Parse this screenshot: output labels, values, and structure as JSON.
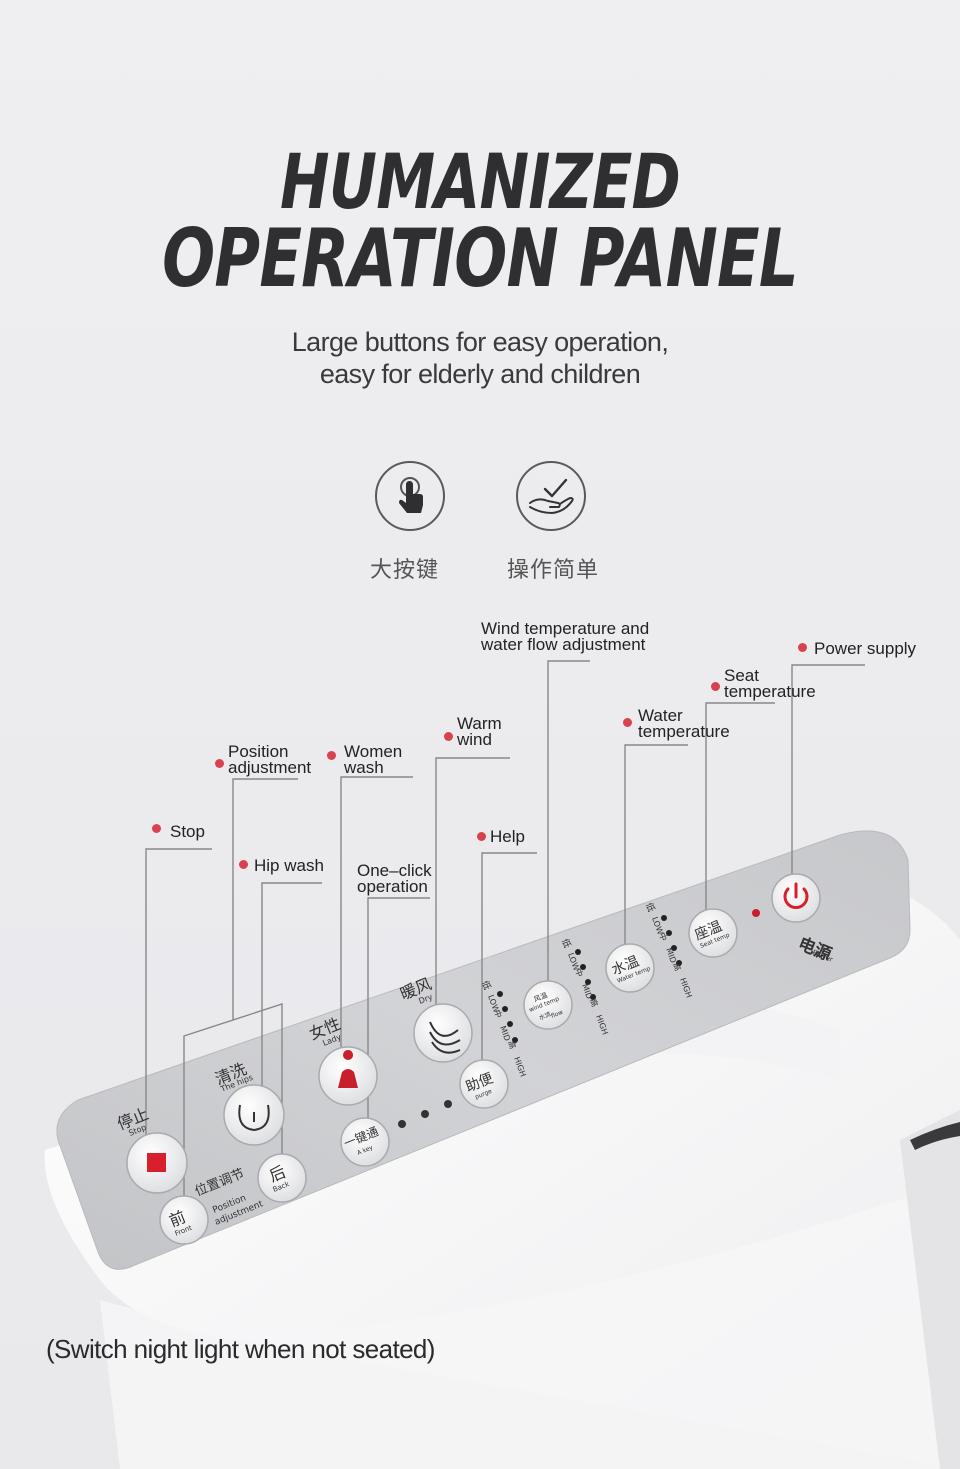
{
  "heading": {
    "line1": "HUMANIZED",
    "line2": "OPERATION PANEL"
  },
  "subheading": {
    "line1": "Large buttons for easy operation,",
    "line2": "easy for elderly and children"
  },
  "features": [
    {
      "icon": "press-finger-icon",
      "label": "大按键"
    },
    {
      "icon": "hand-check-icon",
      "label": "操作简单"
    }
  ],
  "callouts": {
    "stop": "Stop",
    "hip_wash": "Hip wash",
    "position_adjustment": [
      "Position",
      "adjustment"
    ],
    "women_wash": [
      "Women",
      "wash"
    ],
    "one_click": [
      "One–click",
      "operation"
    ],
    "warm_wind": [
      "Warm",
      "wind"
    ],
    "help": "Help",
    "wind_water": [
      "Wind temperature and",
      "water flow adjustment"
    ],
    "water_temperature": [
      "Water",
      "temperature"
    ],
    "seat_temperature": [
      "Seat",
      "temperature"
    ],
    "power_supply": "Power supply"
  },
  "panel_labels": {
    "stop_cn": "停止",
    "stop_en": "Stop",
    "hip_cn": "清洗",
    "hip_en": "The hips",
    "lady_cn": "女性",
    "lady_en": "Lady",
    "dry_cn": "暖风",
    "dry_en": "Dry",
    "front_cn": "前",
    "front_en": "Front",
    "back_cn": "后",
    "back_en": "Back",
    "position_cn": "位置调节",
    "position_en1": "Position",
    "position_en2": "adjustment",
    "onekey_cn": "一键通",
    "onekey_en": "A key",
    "purge_cn": "助便",
    "purge_en": "purge",
    "windtemp_cn1": "风温",
    "windtemp_en": "wind temp",
    "flow_cn": "水流",
    "flow_en": "flow",
    "watertemp_cn": "水温",
    "watertemp_en": "Water temp",
    "seattemp_cn": "座温",
    "seattemp_en": "Seat temp",
    "power_cn": "电源",
    "power_en": "Power",
    "level_low_cn": "低",
    "level_low": "LOW",
    "level_mid_cn": "中",
    "level_mid": "MID",
    "level_high_cn": "高",
    "level_high": "HIGH"
  },
  "footnote": "(Switch night light when not seated)",
  "colors": {
    "accent_red": "#d8414d",
    "panel_grey": "#c9cacd",
    "text_dark": "#2f2f31"
  }
}
